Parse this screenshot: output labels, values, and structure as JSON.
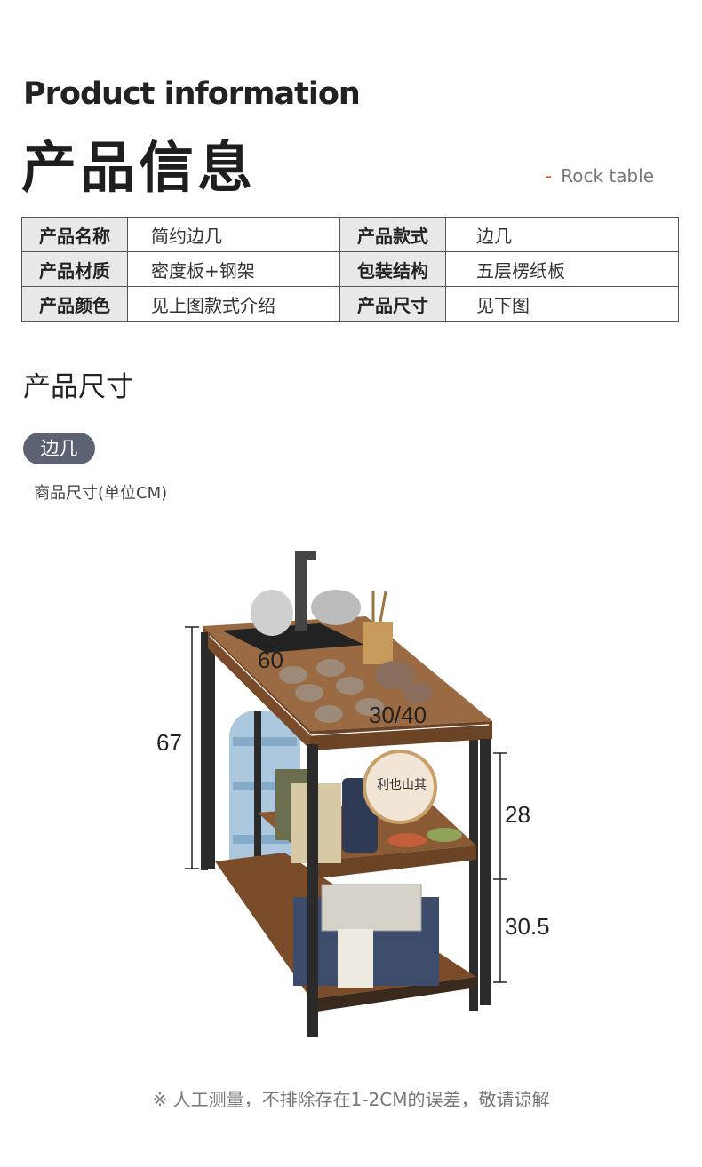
{
  "header": {
    "title_en": "Product information",
    "title_zh": "产品信息",
    "subtitle_dash": "-",
    "subtitle": "Rock table"
  },
  "info_table": {
    "rows": [
      {
        "label1": "产品名称",
        "value1": "简约边几",
        "label2": "产品款式",
        "value2": "边几"
      },
      {
        "label1": "产品材质",
        "value1": "密度板+钢架",
        "label2": "包装结构",
        "value2": "五层楞纸板"
      },
      {
        "label1": "产品颜色",
        "value1": "见上图款式介绍",
        "label2": "产品尺寸",
        "value2": "见下图"
      }
    ]
  },
  "size_section": {
    "title": "产品尺寸",
    "tag": "边几",
    "unit_note": "商品尺寸(单位CM)"
  },
  "diagram": {
    "dims": {
      "width": "60",
      "depth": "30/40",
      "height": "67",
      "upper_gap": "28",
      "lower_gap": "30.5"
    },
    "colors": {
      "wood": "#8a5a34",
      "wood_top": "#9a6a42",
      "frame": "#2b2b2b",
      "background": "#ffffff"
    },
    "teapot_tag_text": "利也山其"
  },
  "footnote": "※ 人工测量，不排除存在1-2CM的误差，敬请谅解"
}
